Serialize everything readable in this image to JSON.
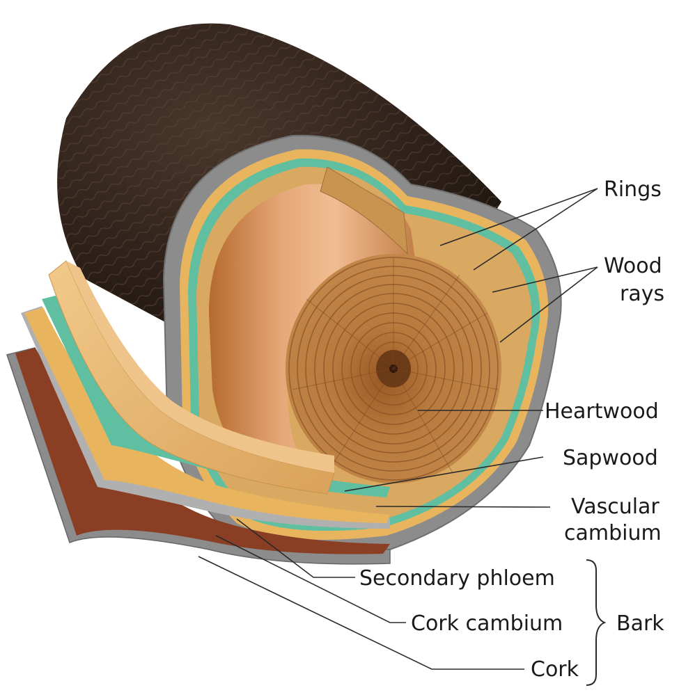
{
  "labels": {
    "rings": "Rings",
    "wood_rays_line1": "Wood",
    "wood_rays_line2": "rays",
    "heartwood": "Heartwood",
    "sapwood": "Sapwood",
    "vascular_cambium_line1": "Vascular",
    "vascular_cambium_line2": "cambium",
    "secondary_phloem": "Secondary phloem",
    "cork_cambium": "Cork cambium",
    "cork": "Cork",
    "bark": "Bark"
  },
  "colors": {
    "bark_dark": "#2e211a",
    "cork_gray": "#8f8f8f",
    "cork_brown": "#8a3e24",
    "phloem_tan": "#e8b55e",
    "cambium_teal": "#5fbfa0",
    "sapwood": "#d9a861",
    "heartwood": "#b6722f",
    "pith": "#3a1e10"
  }
}
